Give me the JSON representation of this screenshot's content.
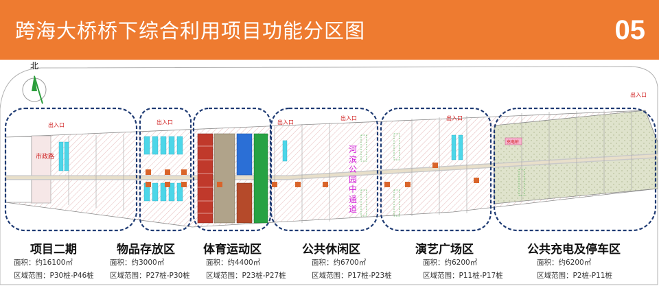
{
  "header": {
    "title": "跨海大桥桥下综合利用项目功能分区图",
    "page_number": "05",
    "color": "#EE7B30"
  },
  "map": {
    "north_label": "北",
    "entrance_label": "出入口",
    "road_label": "市政路",
    "park_label": "河滨公园中通道",
    "charging_tag": "充电桩",
    "zone_border_color": "#1F3B73"
  },
  "zones": [
    {
      "name": "项目二期",
      "area": "面积：约16100㎡",
      "range": ""
    },
    {
      "name": "物品存放区",
      "area": "面积：约3000㎡",
      "range": "区域范围：P27桩-P30桩"
    },
    {
      "name": "体育运动区",
      "area": "面积：约4400㎡",
      "range": "区域范围：P23桩-P27桩"
    },
    {
      "name": "公共休闲区",
      "area": "面积：约6700㎡",
      "range": "区域范围：P17桩-P23桩"
    },
    {
      "name": "演艺广场区",
      "area": "面积：约6200㎡",
      "range": "区域范围：P11桩-P17桩"
    },
    {
      "name": "公共充电及停车区",
      "area": "面积：约6200㎡",
      "range": "区域范围：P2桩-P11桩"
    }
  ],
  "zone1_range_extra": "区域范围：P30桩-P46桩"
}
